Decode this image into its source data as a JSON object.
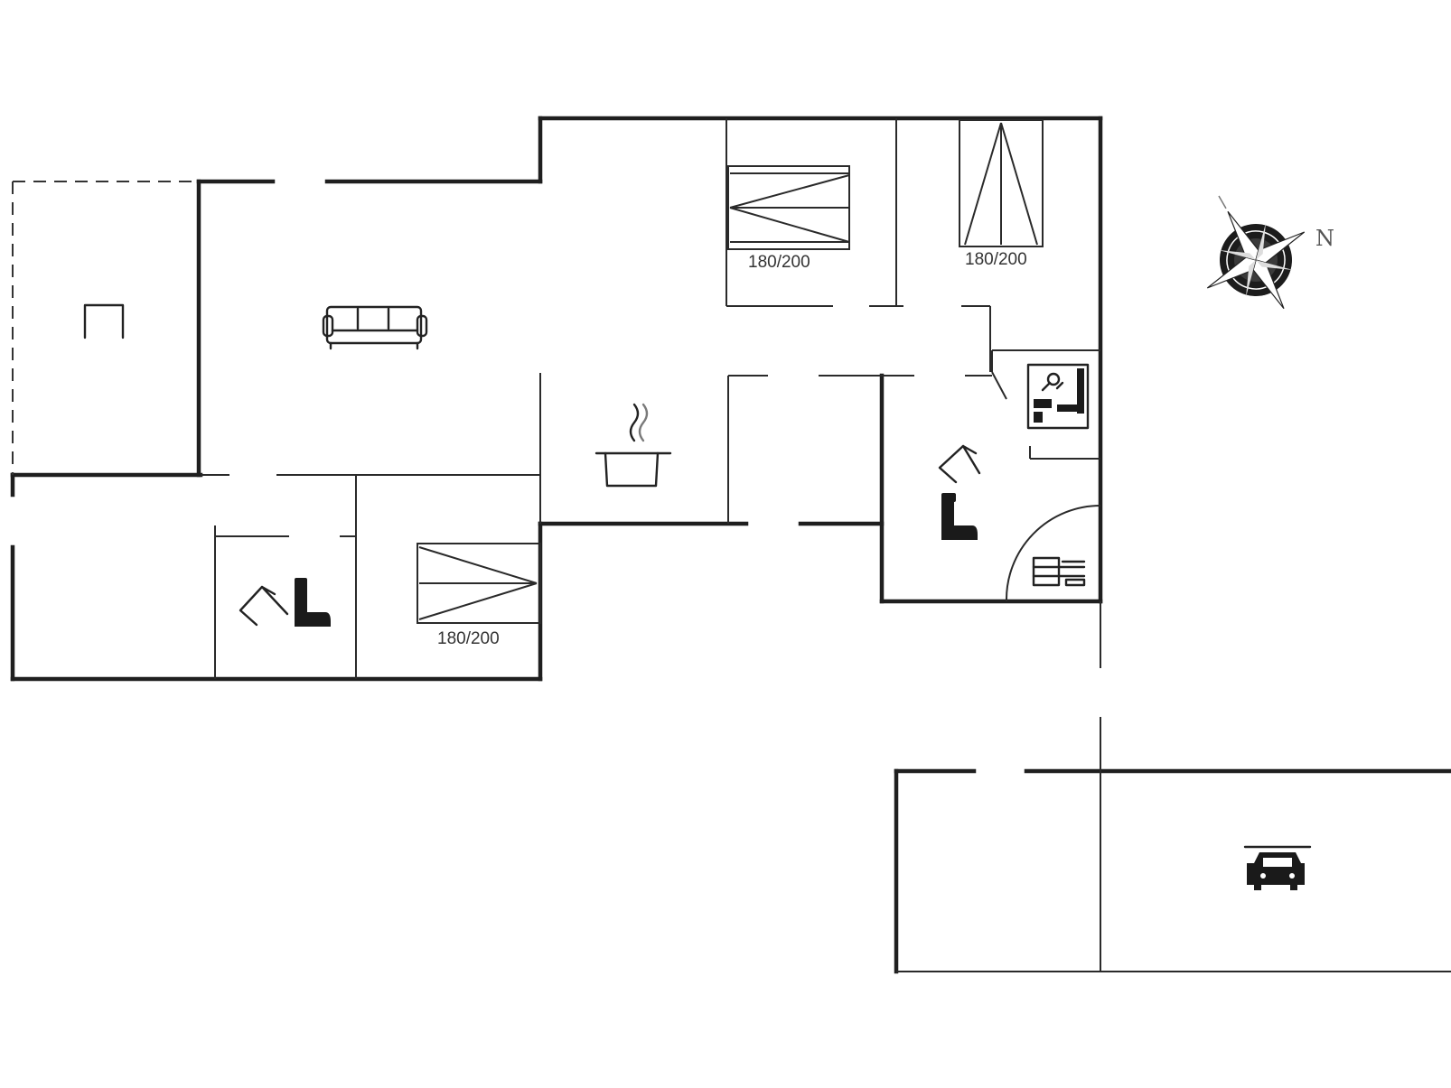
{
  "floorplan": {
    "bed_labels": {
      "bed_top_left": "180/200",
      "bed_top_right": "180/200",
      "bed_bottom": "180/200"
    },
    "compass_label": "N",
    "icons": {
      "terrace": "terrace-icon",
      "sofa": "sofa-icon",
      "kitchen": "cooking-pot-icon",
      "washer": "washing-machine-icon",
      "shower_left": "shower-icon",
      "toilet_left": "toilet-icon",
      "shower_right": "shower-icon",
      "toilet_right": "toilet-icon",
      "sauna": "sauna-icon",
      "car": "car-icon",
      "compass": "compass-icon"
    }
  }
}
